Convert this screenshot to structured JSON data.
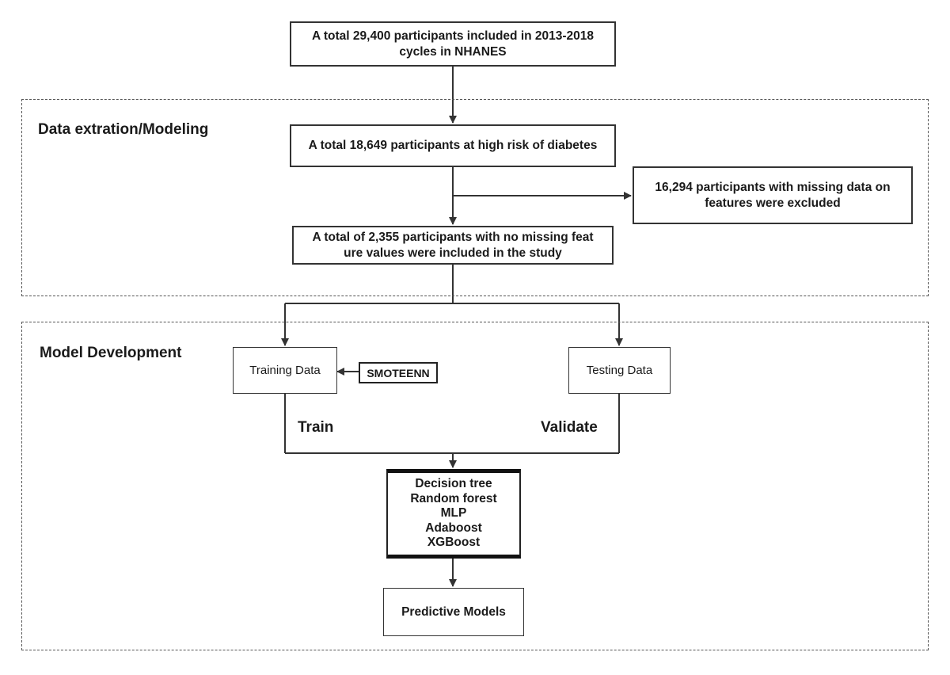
{
  "sections": {
    "data_extraction": "Data extration/Modeling",
    "model_development": "Model Development"
  },
  "nodes": {
    "total": [
      "A total 29,400 participants included in 2013-2018",
      "cycles in NHANES"
    ],
    "high_risk": "A total 18,649 participants at high risk of diabetes",
    "excluded": [
      "16,294 participants with missing data on",
      "features were excluded"
    ],
    "included": [
      "A total of 2,355 participants with no missing feat",
      "ure values were included in the study"
    ],
    "training": "Training Data",
    "smoteenn": "SMOTEENN",
    "testing": "Testing Data",
    "models": [
      "Decision tree",
      "Random forest",
      "MLP",
      "Adaboost",
      "XGBoost"
    ],
    "predictive": "Predictive Models"
  },
  "edge_labels": {
    "train": "Train",
    "validate": "Validate"
  }
}
